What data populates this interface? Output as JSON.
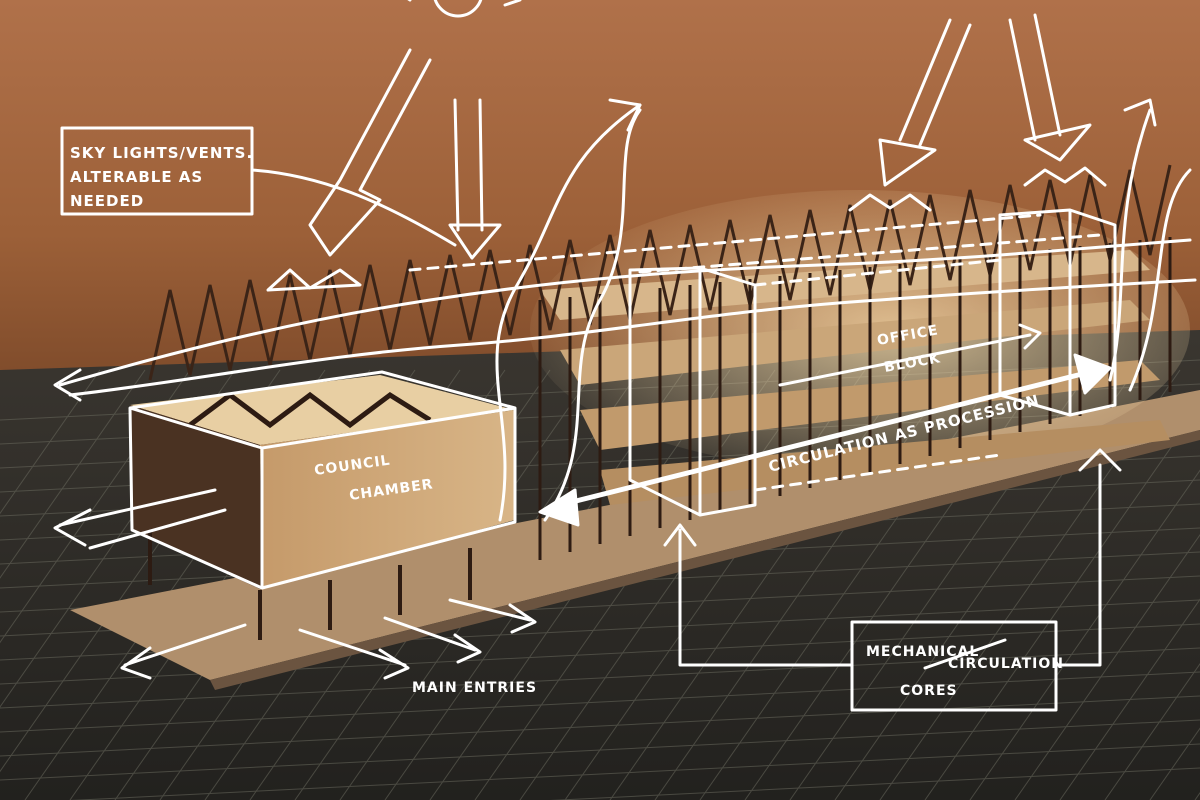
{
  "annotations": {
    "skylights_line1": "SKY LIGHTS/VENTS.",
    "skylights_line2": "ALTERABLE AS",
    "skylights_line3": "NEEDED",
    "office_line1": "OFFICE",
    "office_line2": "BLOCK",
    "council_line1": "COUNCIL",
    "council_line2": "CHAMBER",
    "circulation": "CIRCULATION AS PROCESSION",
    "cores_line1": "MECHANICAL",
    "cores_struck": "CIRCULATION",
    "cores_line2": "CORES",
    "main_entries": "MAIN ENTRIES"
  },
  "colors": {
    "wall": "#a86a3e",
    "mat": "#2b2a26",
    "grid_line": "#6a6a5e",
    "card": "#d9b98e",
    "sketch": "#ffffff"
  }
}
